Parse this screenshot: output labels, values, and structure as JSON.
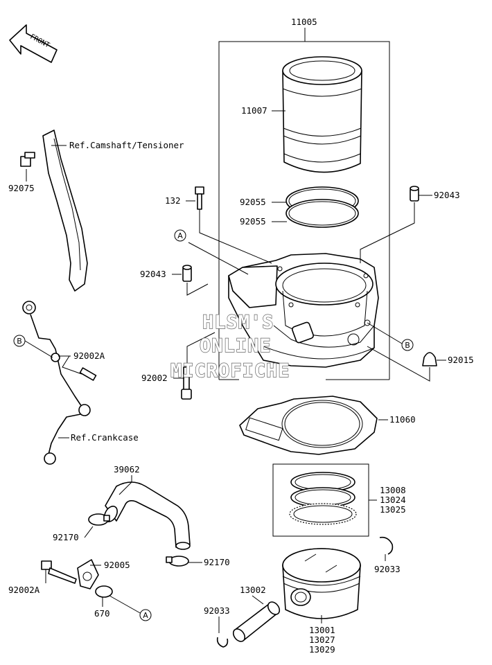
{
  "front_arrow": {
    "label": "FRONT"
  },
  "parts": [
    {
      "id": "11005",
      "label": "11005"
    },
    {
      "id": "11007",
      "label": "11007"
    },
    {
      "id": "92055a",
      "label": "92055"
    },
    {
      "id": "92055b",
      "label": "92055"
    },
    {
      "id": "132",
      "label": "132"
    },
    {
      "id": "92043a",
      "label": "92043"
    },
    {
      "id": "92043b",
      "label": "92043"
    },
    {
      "id": "92075",
      "label": "92075"
    },
    {
      "id": "92002a",
      "label": "92002A"
    },
    {
      "id": "92002",
      "label": "92002"
    },
    {
      "id": "92015",
      "label": "92015"
    },
    {
      "id": "11060",
      "label": "11060"
    },
    {
      "id": "13008",
      "label": "13008"
    },
    {
      "id": "13024",
      "label": "13024"
    },
    {
      "id": "13025",
      "label": "13025"
    },
    {
      "id": "39062",
      "label": "39062"
    },
    {
      "id": "92170a",
      "label": "92170"
    },
    {
      "id": "92170b",
      "label": "92170"
    },
    {
      "id": "92005",
      "label": "92005"
    },
    {
      "id": "92002a2",
      "label": "92002A"
    },
    {
      "id": "670",
      "label": "670"
    },
    {
      "id": "13002",
      "label": "13002"
    },
    {
      "id": "92033a",
      "label": "92033"
    },
    {
      "id": "92033b",
      "label": "92033"
    },
    {
      "id": "13001",
      "label": "13001"
    },
    {
      "id": "13027",
      "label": "13027"
    },
    {
      "id": "13029",
      "label": "13029"
    }
  ],
  "references": [
    {
      "id": "camshaft",
      "label": "Ref.Camshaft/Tensioner"
    },
    {
      "id": "crankcase",
      "label": "Ref.Crankcase"
    }
  ],
  "callouts": [
    {
      "id": "A1",
      "letter": "A"
    },
    {
      "id": "B1",
      "letter": "B"
    },
    {
      "id": "B2",
      "letter": "B"
    },
    {
      "id": "A2",
      "letter": "A"
    }
  ],
  "watermark": {
    "line1": "HLSM'S",
    "line2": "ONLINE",
    "line3": "MICROFICHE"
  }
}
